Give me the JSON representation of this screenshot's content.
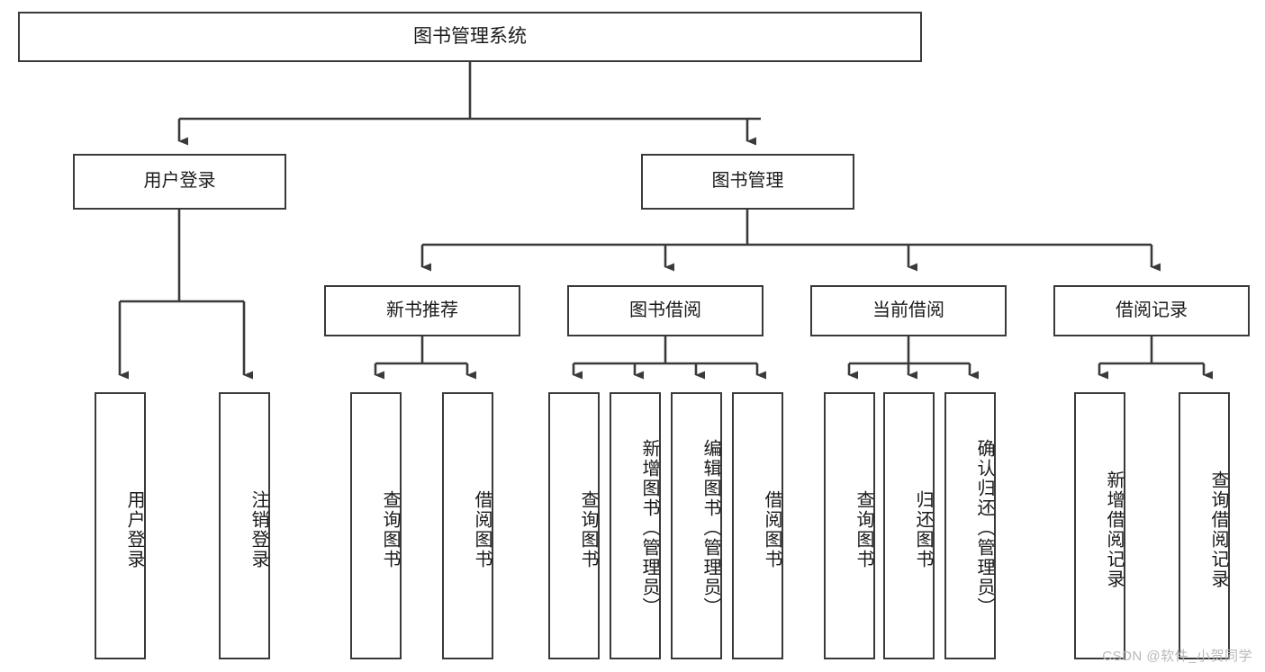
{
  "diagram": {
    "type": "tree-hierarchy",
    "title": "图书管理系统",
    "watermark": "CSDN @软件_小贺同学",
    "colors": {
      "box_border": "#3a3a3a",
      "box_fill": "#ffffff",
      "connector": "#3a3a3a",
      "text": "#1a1a1a",
      "watermark": "#b8b8b8",
      "background": "#ffffff"
    },
    "root": {
      "label": "图书管理系统"
    },
    "level2": [
      {
        "label": "用户登录"
      },
      {
        "label": "图书管理"
      }
    ],
    "level3": [
      {
        "label": "新书推荐"
      },
      {
        "label": "图书借阅"
      },
      {
        "label": "当前借阅"
      },
      {
        "label": "借阅记录"
      }
    ],
    "leaves": {
      "user_login": [
        {
          "label": "用户登录"
        },
        {
          "label": "注销登录"
        }
      ],
      "new_book_recommend": [
        {
          "label": "查询图书"
        },
        {
          "label": "借阅图书"
        }
      ],
      "book_borrow": [
        {
          "label": "查询图书"
        },
        {
          "label": "新增图书（管理员）"
        },
        {
          "label": "编辑图书（管理员）"
        },
        {
          "label": "借阅图书"
        }
      ],
      "current_borrow": [
        {
          "label": "查询图书"
        },
        {
          "label": "归还图书"
        },
        {
          "label": "确认归还（管理员）"
        }
      ],
      "borrow_record": [
        {
          "label": "新增借阅记录"
        },
        {
          "label": "查询借阅记录"
        }
      ]
    }
  }
}
